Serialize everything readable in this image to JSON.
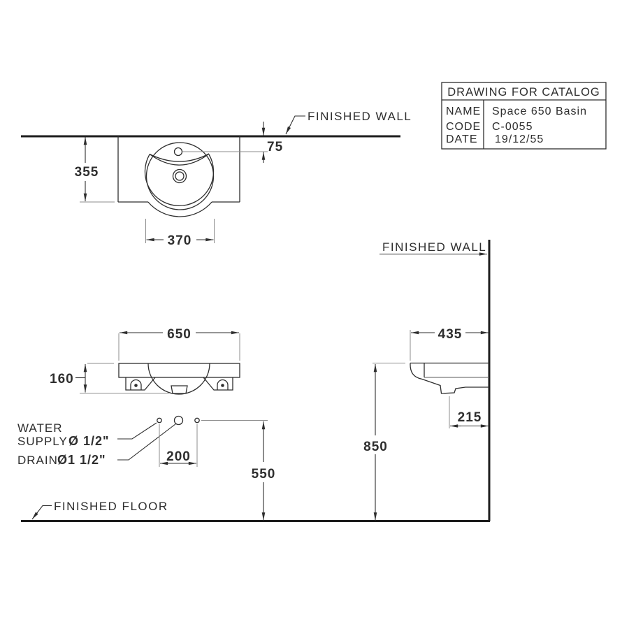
{
  "drawing": {
    "title_block": {
      "title": "DRAWING FOR CATALOG",
      "rows": [
        {
          "label": "NAME",
          "value": "Space 650 Basin"
        },
        {
          "label": "CODE",
          "value": "C-0055"
        },
        {
          "label": "DATE",
          "value": "19/12/55"
        }
      ]
    },
    "labels": {
      "finished_wall_plan": "FINISHED WALL",
      "finished_wall_side": "FINISHED WALL",
      "finished_floor": "FINISHED FLOOR",
      "water_line1": "WATER",
      "water_line2": "SUPPLY",
      "water_size": "Ø 1/2\"",
      "drain_label": "DRAIN",
      "drain_size": "Ø1 1/2\""
    },
    "dimensions": {
      "plan_depth": "355",
      "faucet_to_wall": "75",
      "bowl_diameter": "370",
      "basin_width": "650",
      "front_height": "160",
      "supply_spacing": "200",
      "supply_height": "550",
      "basin_depth": "435",
      "drain_to_wall": "215",
      "rim_height": "850"
    },
    "colors": {
      "background": "#ffffff",
      "object_line": "#2e2e2e",
      "heavy_line": "#1d1d1d",
      "extension_line": "#8d8d8d",
      "text": "#2e2e2e"
    }
  }
}
